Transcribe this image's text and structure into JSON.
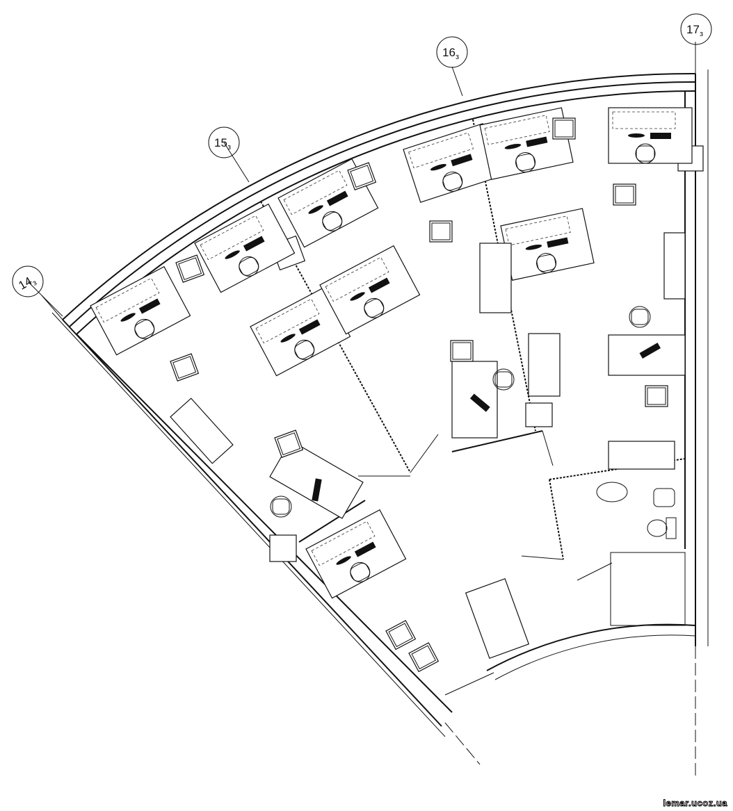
{
  "plan": {
    "grid_labels": [
      {
        "main": "14",
        "sub": "з"
      },
      {
        "main": "15",
        "sub": "з"
      },
      {
        "main": "16",
        "sub": "з"
      },
      {
        "main": "17",
        "sub": "з"
      }
    ]
  },
  "watermark": "lemar.ucoz.ua"
}
